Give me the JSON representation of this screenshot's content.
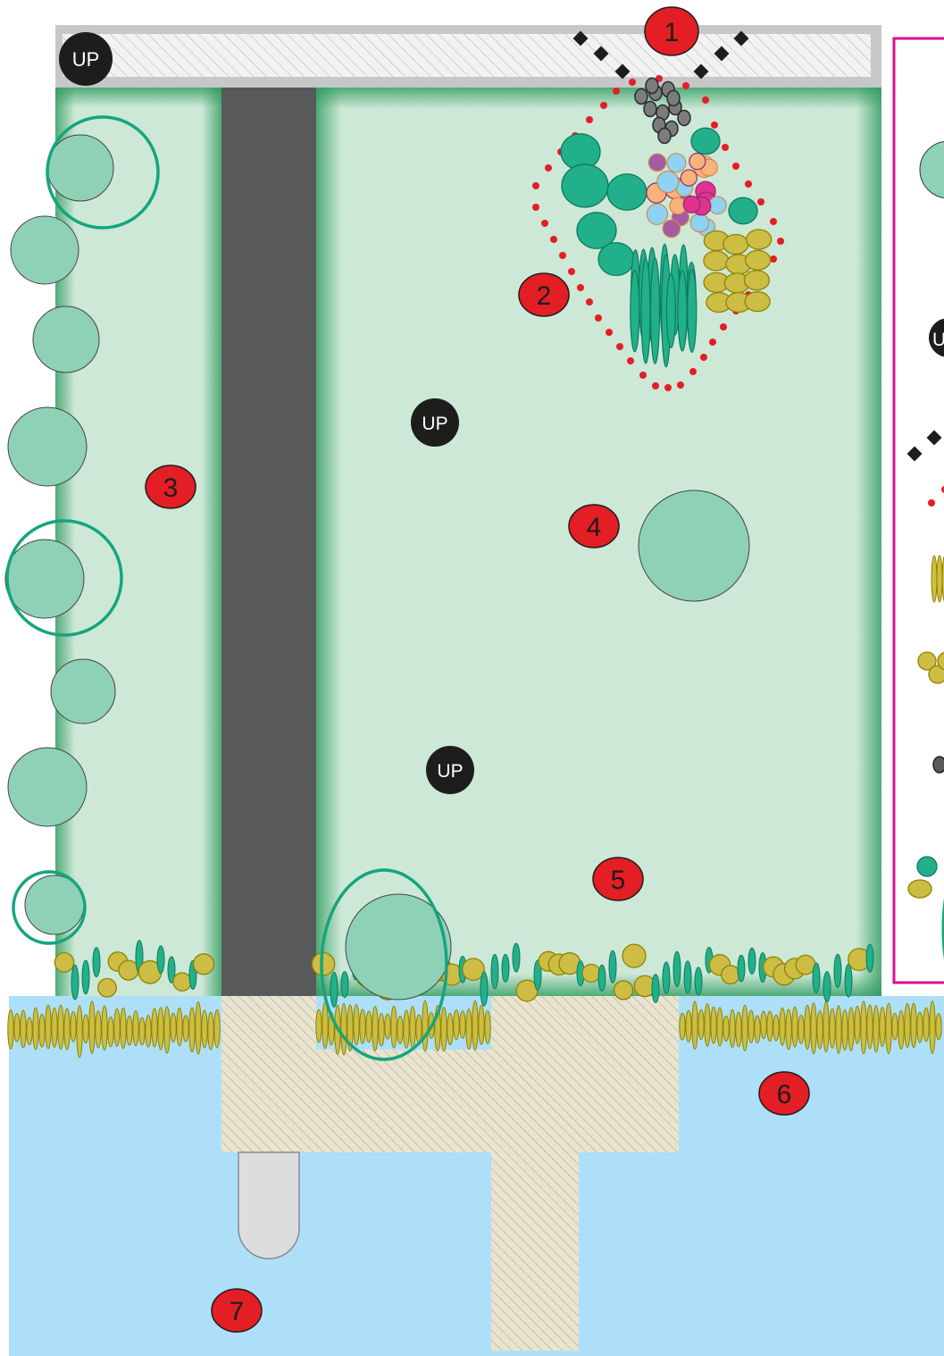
{
  "labels": {
    "up": "UP",
    "n1": "1",
    "n2": "2",
    "n3": "3",
    "n4": "4",
    "n5": "5",
    "n6": "6",
    "n7": "7"
  },
  "colors": {
    "chamber": "#cfe8d8",
    "chamber_edge": "#3aa56a",
    "wall": "#58595b",
    "top_bar": "#c6c7c9",
    "fluid": "#ade0f8",
    "frit": "#e4dfc9",
    "particle": "#8fd1b7",
    "cell_ring": "#15a57f",
    "leaf": "#21b08a",
    "olive": "#cdbd45",
    "olive_edge": "#8c8400",
    "marker": "#e31e24",
    "legend_border": "#d90f91",
    "dark": "#222222"
  },
  "icons": {
    "up_marker": "black-circle-badge",
    "number_marker": "red-circle-badge",
    "entry_markers": "black-diamond-chain",
    "boundary": "red-dotted-outline"
  }
}
